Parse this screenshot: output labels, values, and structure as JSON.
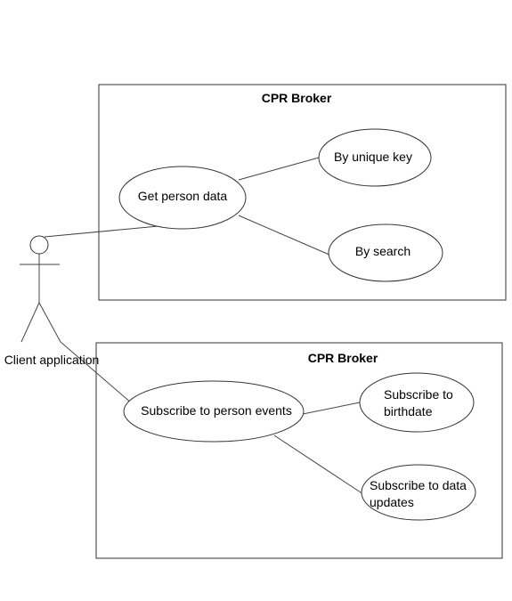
{
  "actor": {
    "label": "Client application"
  },
  "systems": [
    {
      "title": "CPR Broker",
      "main_use_case": "Get person data",
      "sub_use_cases": [
        {
          "lines": [
            "By unique key"
          ]
        },
        {
          "lines": [
            "By search"
          ]
        }
      ]
    },
    {
      "title": "CPR Broker",
      "main_use_case": "Subscribe to person events",
      "sub_use_cases": [
        {
          "lines": [
            "Subscribe to",
            "birthdate"
          ]
        },
        {
          "lines": [
            "Subscribe to data",
            "updates"
          ]
        }
      ]
    }
  ]
}
